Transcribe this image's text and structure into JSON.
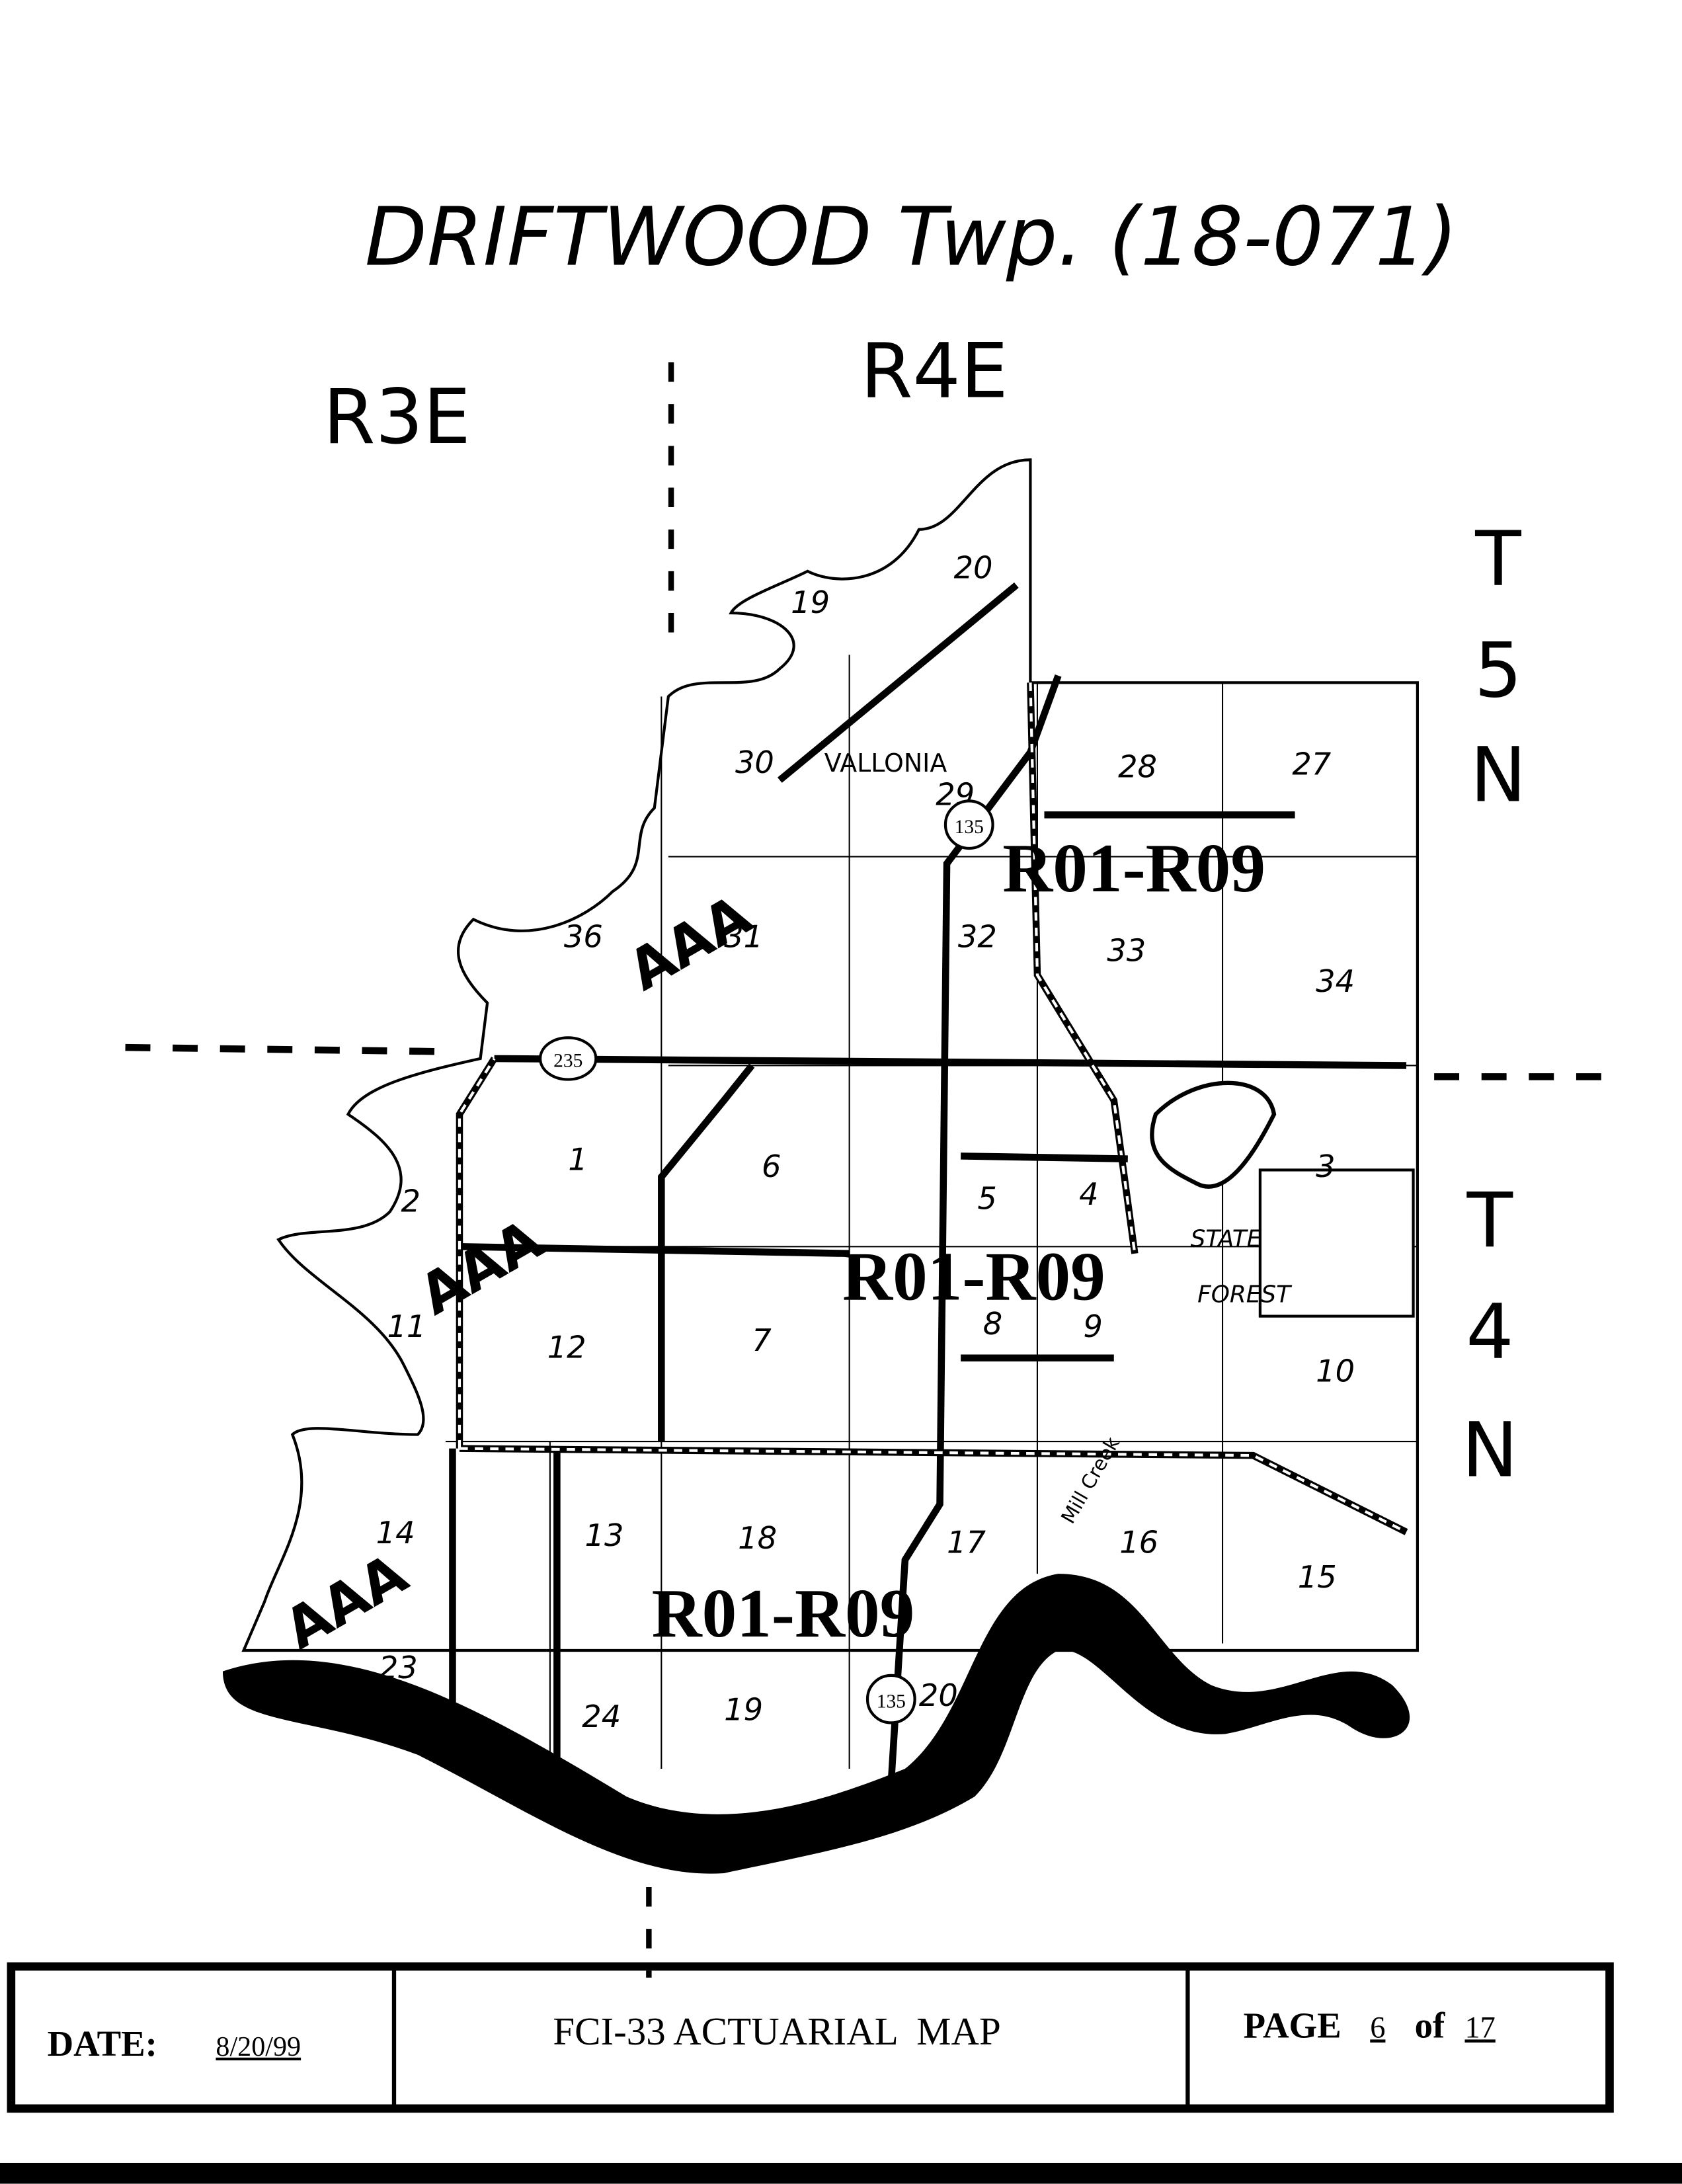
{
  "header": {
    "title": "DRIFTWOOD Twp. (18-071)",
    "ranges": [
      "R3E",
      "R4E"
    ],
    "townships": [
      [
        "T",
        "5",
        "N"
      ],
      [
        "T",
        "4",
        "N"
      ]
    ]
  },
  "map": {
    "sections_t5n": [
      "19",
      "20",
      "30",
      "29",
      "28",
      "27",
      "36",
      "31",
      "32",
      "33",
      "34"
    ],
    "sections_t4n": [
      "1",
      "6",
      "5",
      "4",
      "3",
      "2",
      "11",
      "12",
      "7",
      "8",
      "9",
      "10",
      "14",
      "13",
      "18",
      "17",
      "16",
      "15",
      "23",
      "24",
      "19",
      "20"
    ],
    "place_labels": {
      "town": "VALLONIA",
      "forest_1": "STATE",
      "forest_2": "FOREST",
      "creek": "Mill Creek"
    },
    "highway_shields": [
      "135",
      "235",
      "135"
    ],
    "rate_zones": [
      "R01-R09",
      "R01-R09",
      "R01-R09"
    ],
    "aaa_labels": [
      "AAA",
      "AAA",
      "AAA"
    ]
  },
  "footer": {
    "date_label": "DATE:",
    "date_value": "8/20/99",
    "map_title": "FCI-33 ACTUARIAL  MAP",
    "page_label": "PAGE",
    "page_current": "6",
    "page_of": "of",
    "page_total": "17"
  }
}
